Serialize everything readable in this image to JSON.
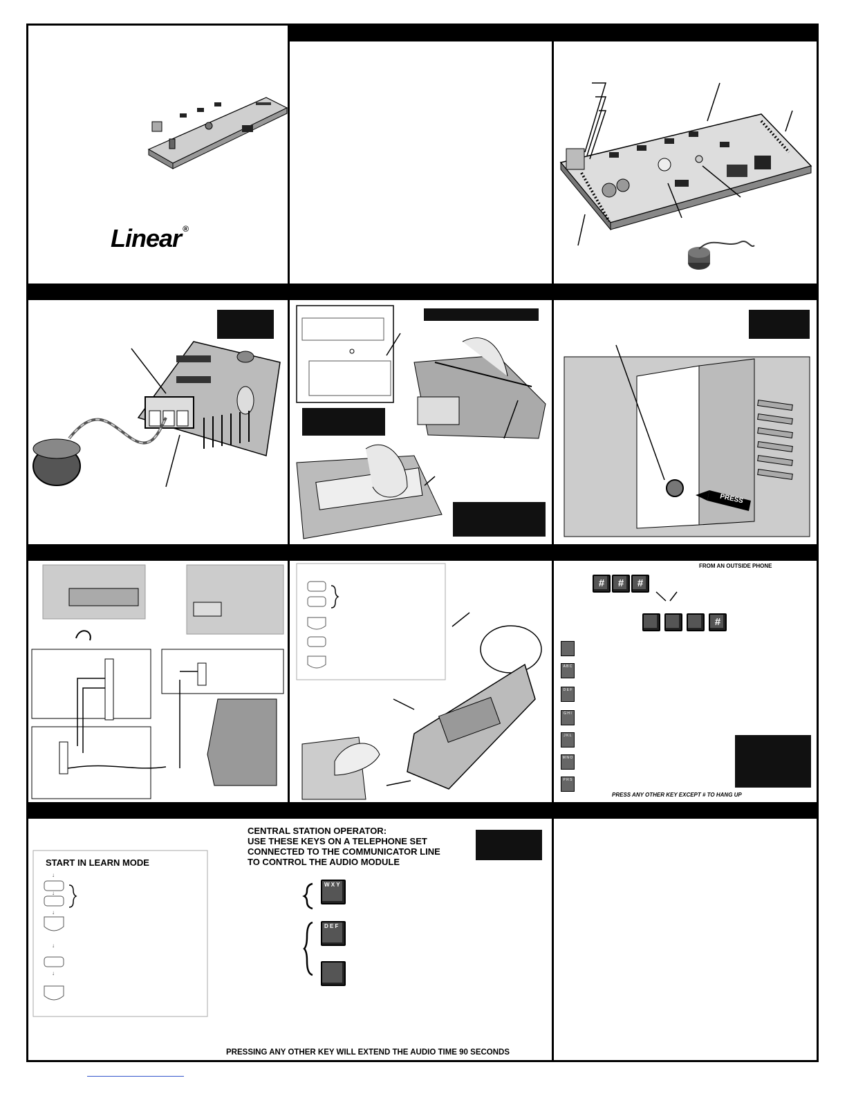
{
  "brand": {
    "logo_text": "Linear",
    "registered": "®"
  },
  "panel5": {
    "header_label": "FROM AN OUTSIDE PHONE",
    "footer_label": "PRESS ANY OTHER KEY EXCEPT # TO HANG UP"
  },
  "panel7": {
    "start_label": "START IN LEARN MODE",
    "operator_instructions": [
      "CENTRAL STATION OPERATOR:",
      "USE THESE KEYS ON A TELEPHONE SET",
      "CONNECTED TO THE COMMUNICATOR LINE",
      "TO CONTROL THE AUDIO MODULE"
    ],
    "key_top": "W X Y",
    "key_mid": "D E F",
    "footer": "PRESSING ANY OTHER KEY WILL EXTEND THE AUDIO TIME 90 SECONDS"
  },
  "keys": {
    "hash": "#",
    "side_keys": [
      "",
      "A B C",
      "D E F",
      "G H I",
      "J K L",
      "M N O",
      "P R S"
    ]
  },
  "illustration": {
    "press_label": "PRESS"
  }
}
